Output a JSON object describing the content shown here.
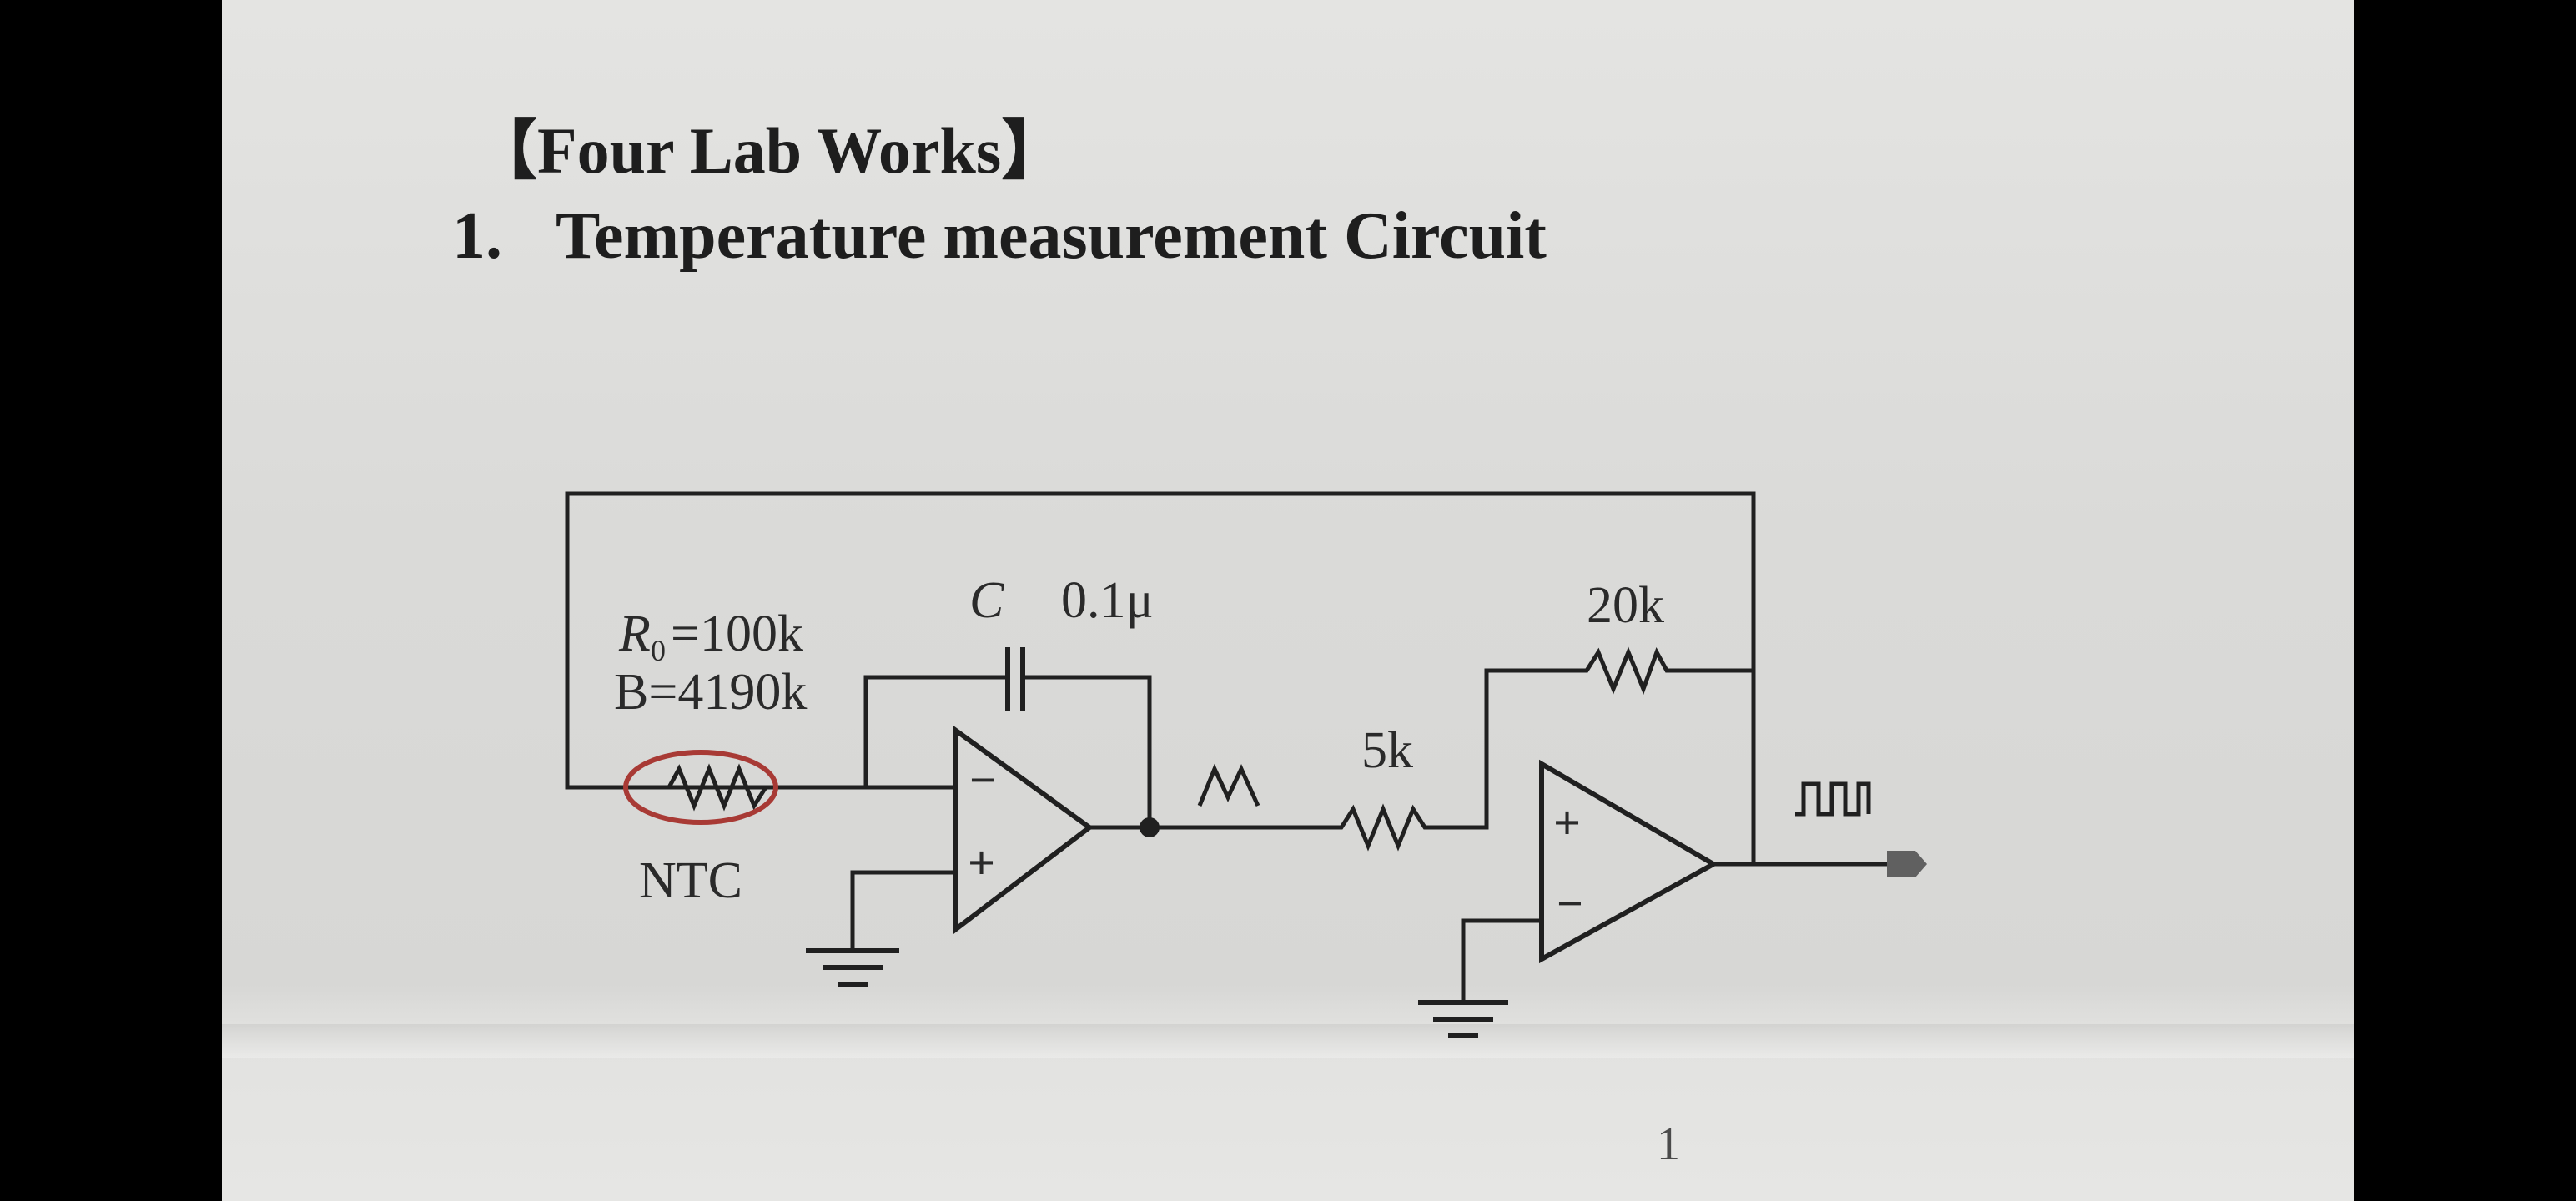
{
  "document": {
    "section_title": "【Four Lab Works】",
    "item_number": "1.",
    "item_title": "Temperature measurement Circuit",
    "page_number": "1"
  },
  "circuit": {
    "thermistor": {
      "r0": "=100k",
      "r0_symbol": "R",
      "r0_subscript": "0",
      "b_value": "B=4190k",
      "type_label": "NTC",
      "highlight_color": "#a83a35"
    },
    "capacitor": {
      "symbol": "C",
      "value": "0.1μ"
    },
    "resistor_input": "5k",
    "resistor_feedback": "20k",
    "integrator_opamp": {
      "inverting": "−",
      "non_inverting": "+"
    },
    "comparator_opamp": {
      "non_inverting": "+",
      "inverting": "−"
    },
    "waveforms": {
      "triangle": "triangle-wave-icon",
      "square": "square-wave-icon"
    },
    "colors": {
      "wire": "#202020",
      "paper": "#dcdcda"
    }
  }
}
